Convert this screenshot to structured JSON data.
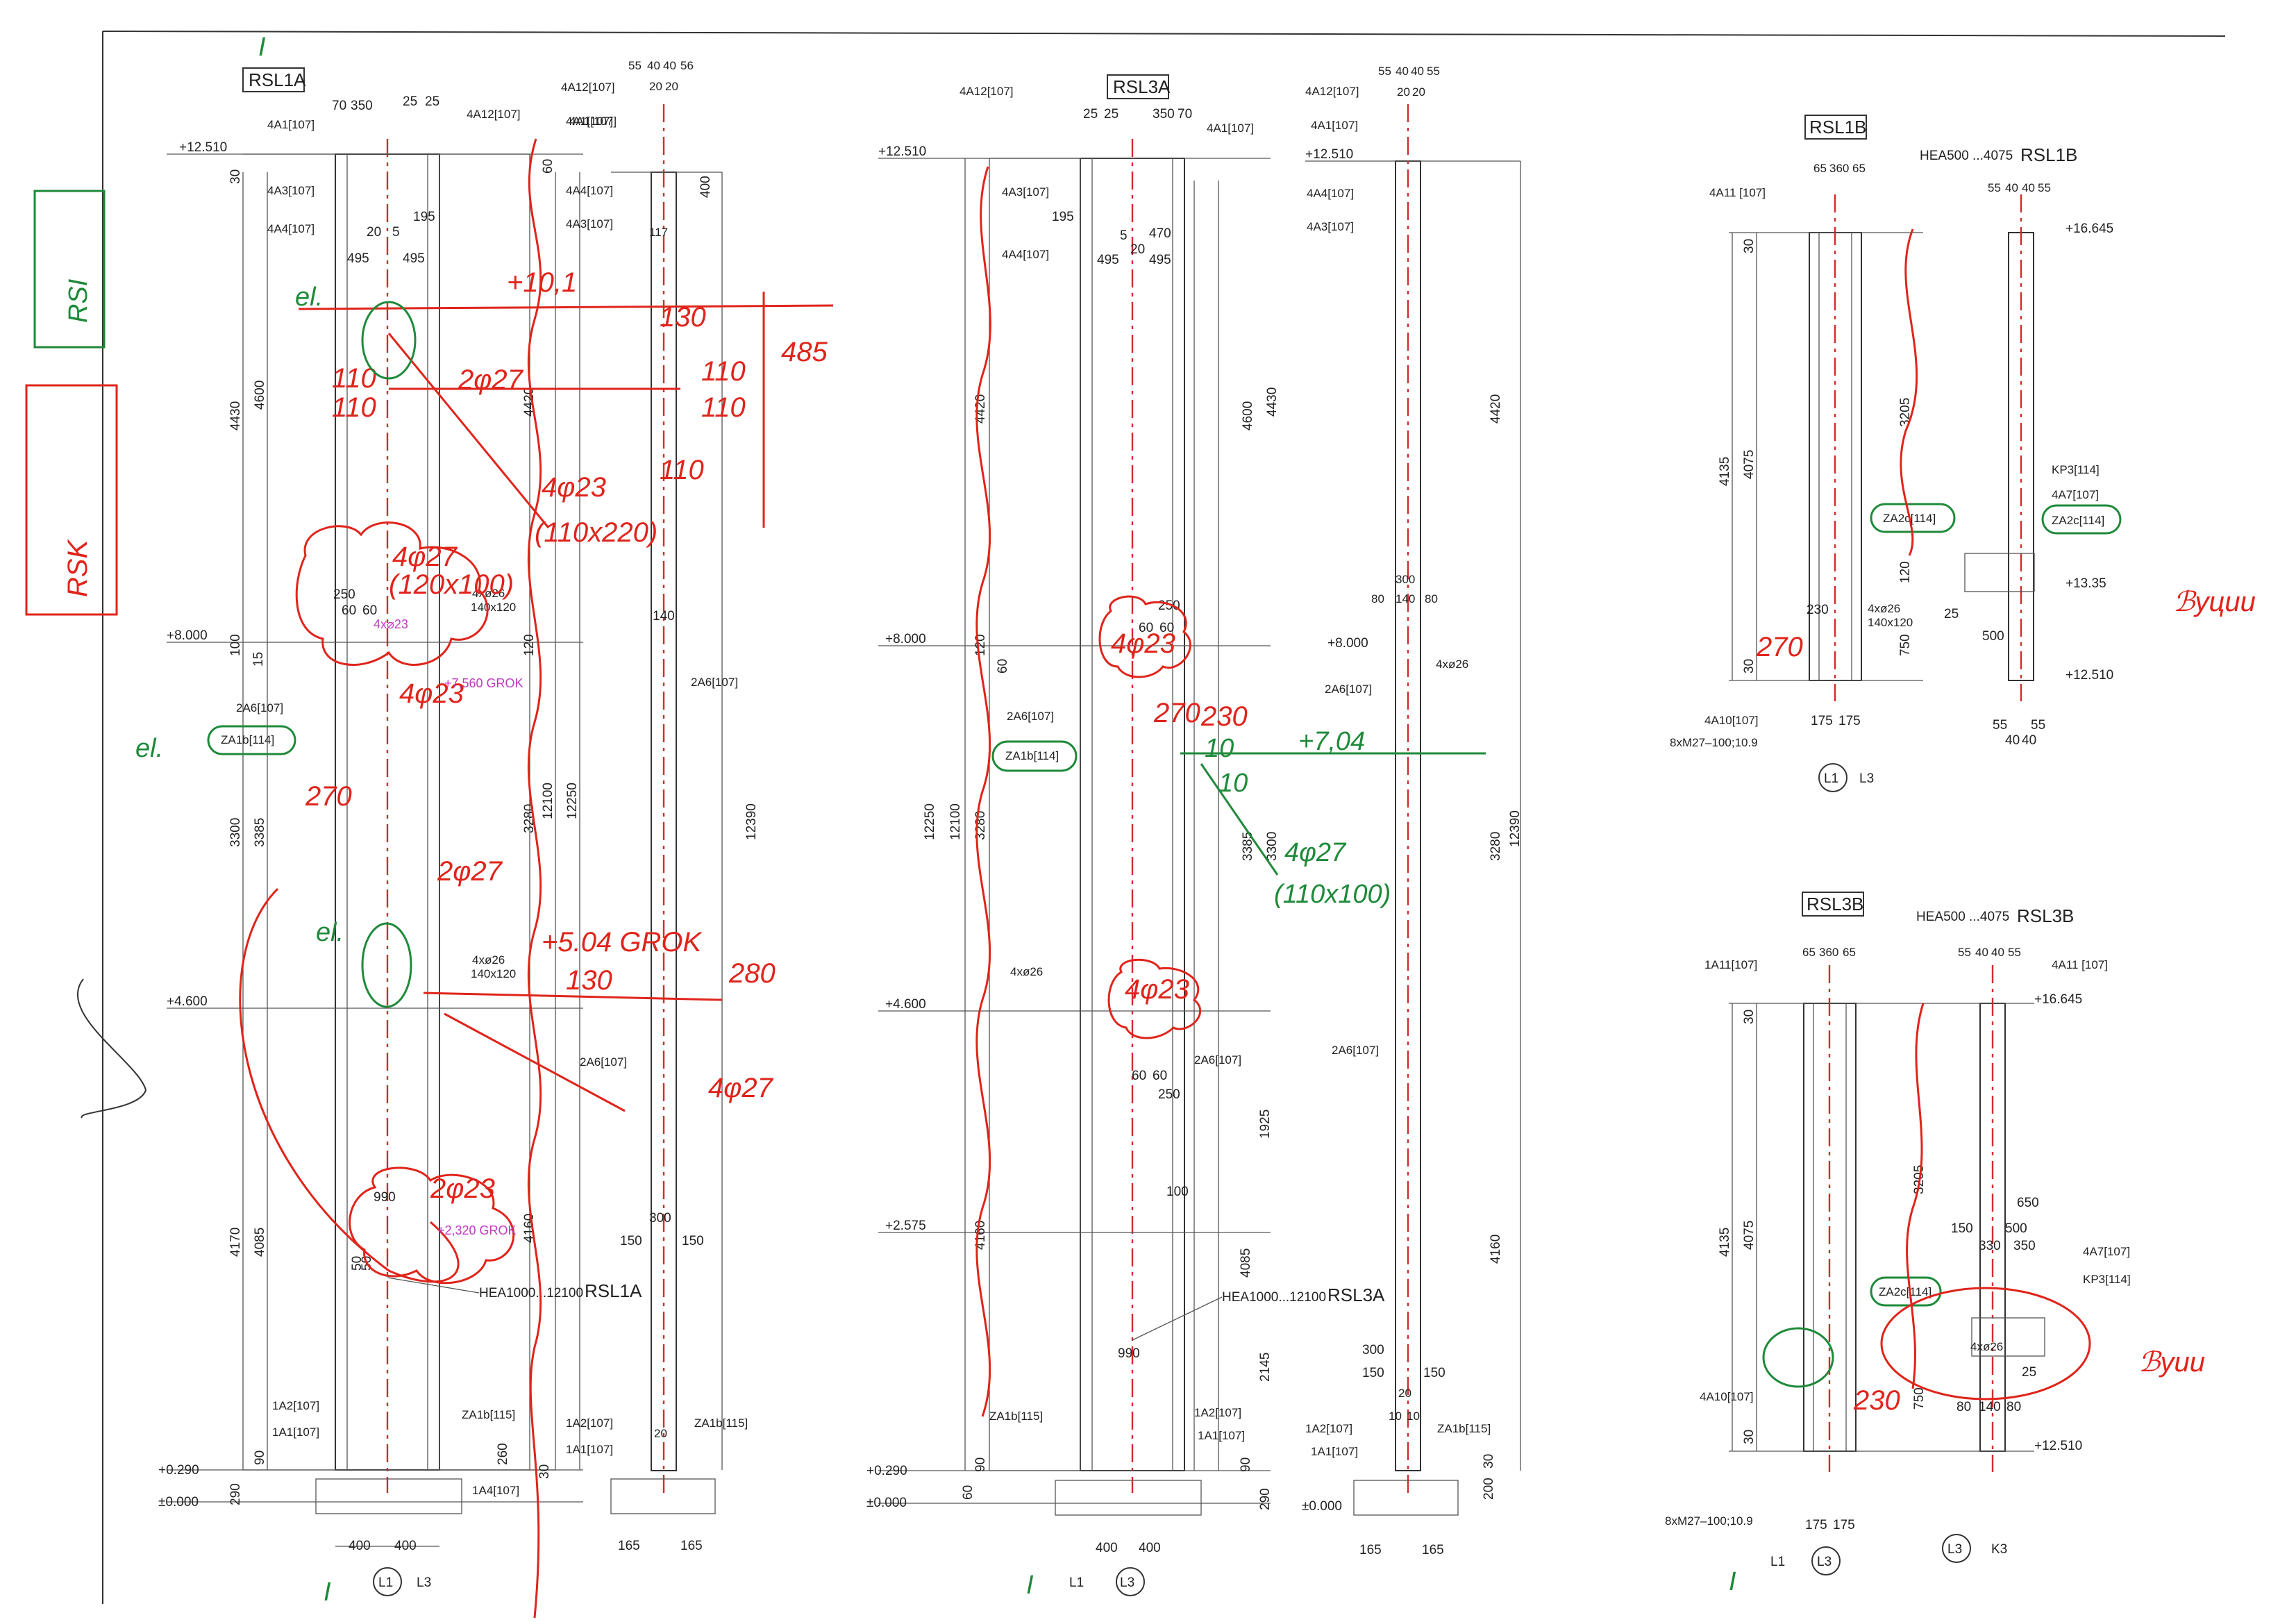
{
  "sheet": {
    "ink": {
      "drawing": "#333333",
      "centerline": "#d32b2b",
      "redline": "#e0241b",
      "green": "#1e8a3a",
      "magenta": "#c03ac0"
    },
    "markers": {
      "section_mark": "I"
    }
  },
  "rsl1a": {
    "tag": "RSL1A",
    "levels": {
      "l1": "+12.510",
      "l2": "+8.000",
      "l3": "+4.600",
      "l4": "+0.290",
      "l5": "±0.000"
    },
    "dims_top": {
      "d1": "70",
      "d2": "350",
      "d3": "25",
      "d4": "25",
      "d5": "495",
      "d6": "495",
      "d7": "20",
      "d8": "5",
      "d9": "195"
    },
    "dims_left": {
      "a": "4430",
      "b": "4600",
      "c": "3300",
      "d": "3385",
      "e": "4170",
      "f": "4085",
      "g": "290",
      "h": "90",
      "i": "30",
      "j": "100",
      "k": "15"
    },
    "dims_right": {
      "a": "4420",
      "b": "3280",
      "c": "12100",
      "d": "12250",
      "e": "4160",
      "f": "120",
      "g": "260",
      "h": "30",
      "i": "60"
    },
    "refs": {
      "r1": "4A1[107]",
      "r2": "4A12[107]",
      "r3": "4A3[107]",
      "r4": "4A4[107]",
      "r5": "2A6[107]",
      "r6": "ZA1b[114]",
      "r7": "1A2[107]",
      "r8": "1A1[107]",
      "r9": "ZA1b[115]",
      "r10": "1A4[107]"
    },
    "plates": {
      "p1": "250",
      "p2": "60",
      "p3": "60",
      "p4": "4xø26",
      "p5": "140x120",
      "p6": "4xø26",
      "p7": "140x120",
      "p8": "990",
      "p9": "50",
      "p10": "50"
    },
    "profile": "HEA1000...12100",
    "profile_tag": "RSL1A",
    "bottom": {
      "b1": "400",
      "b2": "400",
      "axis": "L1",
      "grid": "L3"
    }
  },
  "rsl1a_side": {
    "top": {
      "a": "55",
      "b": "40",
      "c": "40",
      "d": "56",
      "e": "20",
      "f": "20"
    },
    "refs": {
      "r1": "4A12[107]",
      "r2": "4A1[107]",
      "r3": "4A4[107]",
      "r4": "4A3[107]",
      "r5": "2A6[107]",
      "r6": "2A6[107]",
      "r7": "1A2[107]",
      "r8": "1A1[107]",
      "r9": "ZA1b[115]"
    },
    "dims": {
      "a": "400",
      "b": "117",
      "c": "140",
      "d": "300",
      "e": "150",
      "f": "150",
      "g": "12390",
      "h": "165",
      "i": "165",
      "j": "20"
    }
  },
  "rsl3a": {
    "tag": "RSL3A",
    "levels": {
      "l1": "+12.510",
      "l2": "+8.000",
      "l3": "+4.600",
      "l4": "+2.575",
      "l5": "+0.290",
      "l6": "±0.000"
    },
    "dims_top": {
      "d1": "25",
      "d2": "25",
      "d3": "350",
      "d4": "70",
      "d5": "195",
      "d6": "5",
      "d7": "470",
      "d8": "20",
      "d9": "495",
      "d10": "495"
    },
    "dims_left": {
      "a": "4420",
      "b": "12250",
      "c": "12100",
      "d": "3280",
      "e": "4160",
      "f": "120",
      "g": "60",
      "h": "90",
      "i": "60"
    },
    "dims_right": {
      "a": "4600",
      "b": "4430",
      "c": "3385",
      "d": "3300",
      "e": "1925",
      "f": "4085",
      "g": "2145",
      "h": "290",
      "i": "90"
    },
    "refs": {
      "r1": "4A12[107]",
      "r2": "4A1[107]",
      "r3": "4A3[107]",
      "r4": "4A4[107]",
      "r5": "2A6[107]",
      "r6": "ZA1b[114]",
      "r7": "2A6[107]",
      "r8": "ZA1b[115]",
      "r9": "1A2[107]",
      "r10": "1A1[107]"
    },
    "plates": {
      "p1": "250",
      "p2": "60",
      "p3": "60",
      "p4": "4xø26",
      "p5": "60",
      "p6": "60",
      "p7": "250",
      "p8": "100",
      "p9": "990"
    },
    "profile": "HEA1000...12100",
    "profile_tag": "RSL3A",
    "bottom": {
      "b1": "400",
      "b2": "400",
      "axis": "L1",
      "grid": "L3"
    }
  },
  "rsl3a_side": {
    "top": {
      "a": "55",
      "b": "40",
      "c": "40",
      "d": "55",
      "e": "20",
      "f": "20"
    },
    "refs": {
      "r1": "4A12[107]",
      "r2": "4A1[107]",
      "r3": "4A4[107]",
      "r4": "4A3[107]",
      "r5": "2A6[107]",
      "r6": "2A6[107]",
      "r7": "1A2[107]",
      "r8": "1A1[107]",
      "r9": "ZA1b[115]"
    },
    "levels": {
      "l1": "+12.510",
      "l2": "+8.000",
      "l3": "±0.000"
    },
    "dims": {
      "a": "300",
      "b": "80",
      "c": "140",
      "d": "80",
      "e": "4xø26",
      "f": "300",
      "g": "150",
      "h": "150",
      "i": "4420",
      "j": "3280",
      "k": "12390",
      "l": "4160",
      "m": "165",
      "n": "165",
      "o": "200",
      "p": "30",
      "q": "10",
      "r": "10",
      "s": "20"
    }
  },
  "rsl1b": {
    "tag": "RSL1B",
    "profile": "HEA500 ...4075",
    "profile_tag": "RSL1B",
    "dims_top": {
      "a": "65",
      "b": "360",
      "c": "65",
      "d": "55",
      "e": "40",
      "f": "40",
      "g": "55"
    },
    "refs": {
      "r1": "4A11 [107]",
      "r2": "ZA2c[114]",
      "r3": "KP3[114]",
      "r4": "4A7[107]",
      "r5": "ZA2c[114]",
      "r6": "4A10[107]"
    },
    "levels": {
      "l1": "+16.645",
      "l2": "+13.35",
      "l3": "+12.510"
    },
    "dims": {
      "a": "4135",
      "b": "4075",
      "c": "3205",
      "d": "120",
      "e": "750",
      "f": "30",
      "g": "30",
      "h": "230",
      "i": "4xø26",
      "j": "140x120",
      "k": "25",
      "l": "500",
      "m": "175",
      "n": "175",
      "o": "55",
      "p": "55",
      "q": "40",
      "r": "40"
    },
    "bolts": "8xM27–100;10.9",
    "axis": "L1",
    "grid": "L3"
  },
  "rsl3b": {
    "tag": "RSL3B",
    "profile": "HEA500 ...4075",
    "profile_tag": "RSL3B",
    "dims_top": {
      "a": "65",
      "b": "360",
      "c": "65",
      "d": "55",
      "e": "40",
      "f": "40",
      "g": "55"
    },
    "refs": {
      "r1": "1A11[107]",
      "r2": "4A11 [107]",
      "r3": "ZA2c[114]",
      "r4": "4A7[107]",
      "r5": "KP3[114]",
      "r6": "4A10[107]"
    },
    "levels": {
      "l1": "+16.645",
      "l2": "+12.510"
    },
    "dims": {
      "a": "4135",
      "b": "4075",
      "c": "3205",
      "d": "750",
      "e": "30",
      "f": "30",
      "g": "650",
      "h": "150",
      "i": "500",
      "j": "330",
      "k": "350",
      "l": "4xø26",
      "m": "80",
      "n": "140",
      "o": "80",
      "p": "25",
      "q": "175",
      "r": "175"
    },
    "bolts": "8xM27–100;10.9",
    "axis": "L1",
    "grid": "L3",
    "axis2": "L3",
    "grid2": "K3"
  },
  "redlines": {
    "n1": "+10,1",
    "n2": "130",
    "n3": "485",
    "n4": "110",
    "n5": "110",
    "n6": "2φ27",
    "n7": "110",
    "n8": "110",
    "n9": "110",
    "n10": "4φ23",
    "n11": "(110x220)",
    "n12": "4φ27",
    "n13": "(120x100)",
    "n14": "270",
    "n15": "2φ27",
    "n16": "+5.04 GROK",
    "n17": "130",
    "n18": "280",
    "n19": "4φ27",
    "n20": "230",
    "n21": "270",
    "n22": "+7,04",
    "n23": "4φ27",
    "n24": "(110x100)",
    "n25": "10",
    "n26": "10",
    "n27": "270",
    "n28": "230",
    "n29": "ℬyцuu",
    "n30": "ℬyuu",
    "n31": "RSK",
    "n32": "4φ23",
    "n33": "2φ23",
    "n34": "4φ23",
    "n35": "4φ23"
  },
  "greens": {
    "g1": "RSI",
    "g2": "el.",
    "g3": "el.",
    "g4": "el.",
    "g5": "I",
    "g6": "I",
    "g7": "I",
    "g8": "4A1[107]"
  },
  "magenta": {
    "m1": "4x⌀23",
    "m2": "+7,560 GROK",
    "m3": "+2,320 GROK"
  }
}
